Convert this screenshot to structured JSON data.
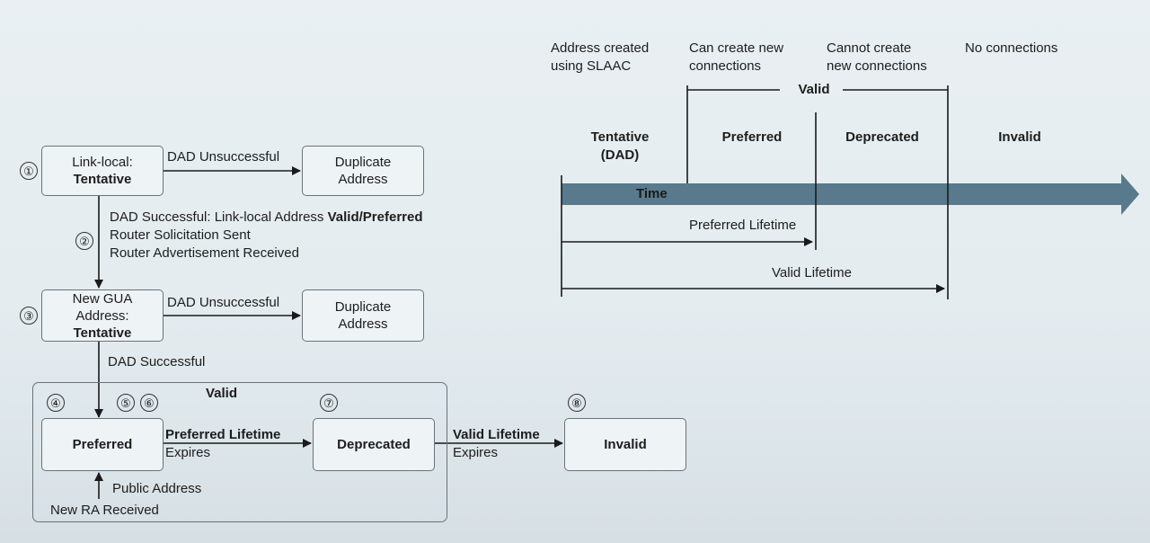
{
  "state_diagram": {
    "steps": [
      "①",
      "②",
      "③",
      "④",
      "⑤",
      "⑥",
      "⑦",
      "⑧"
    ],
    "link_local_box": {
      "line1": "Link-local:",
      "line2": "Tentative"
    },
    "dup_address_1": {
      "line1": "Duplicate",
      "line2": "Address"
    },
    "dad_unsuccessful_1": "DAD Unsuccessful",
    "dad_success_ll": {
      "prefix": "DAD Successful: Link-local Address ",
      "bold": "Valid/Preferred"
    },
    "rs_sent": "Router Solicitation Sent",
    "ra_received": "Router Advertisement Received",
    "gua_box": {
      "line1": "New GUA",
      "line2": "Address:",
      "line3": "Tentative"
    },
    "dad_unsuccessful_2": "DAD Unsuccessful",
    "dup_address_2": {
      "line1": "Duplicate",
      "line2": "Address"
    },
    "dad_successful": "DAD Successful",
    "valid_group_label": "Valid",
    "preferred_box": "Preferred",
    "deprecated_box": "Deprecated",
    "invalid_box": "Invalid",
    "preferred_lifetime": {
      "bold": "Preferred Lifetime",
      "normal": "Expires"
    },
    "valid_lifetime": {
      "bold": "Valid Lifetime",
      "normal": "Expires"
    },
    "public_address": "Public Address",
    "new_ra_received": "New RA Received"
  },
  "timeline": {
    "top_notes": [
      {
        "line1": "Address created",
        "line2": "using SLAAC"
      },
      {
        "line1": "Can create new",
        "line2": "connections"
      },
      {
        "line1": "Cannot create",
        "line2": "new connections"
      },
      {
        "line1": "No connections",
        "line2": ""
      }
    ],
    "valid_bracket_label": "Valid",
    "phases": [
      {
        "line1": "Tentative",
        "line2": "(DAD)"
      },
      {
        "line1": "Preferred",
        "line2": ""
      },
      {
        "line1": "Deprecated",
        "line2": ""
      },
      {
        "line1": "Invalid",
        "line2": ""
      }
    ],
    "time_label": "Time",
    "preferred_lifetime": "Preferred Lifetime",
    "valid_lifetime": "Valid Lifetime"
  },
  "colors": {
    "time_arrow": "#587a8c",
    "line": "#1a1a1a",
    "box_border": "#6a737b"
  }
}
